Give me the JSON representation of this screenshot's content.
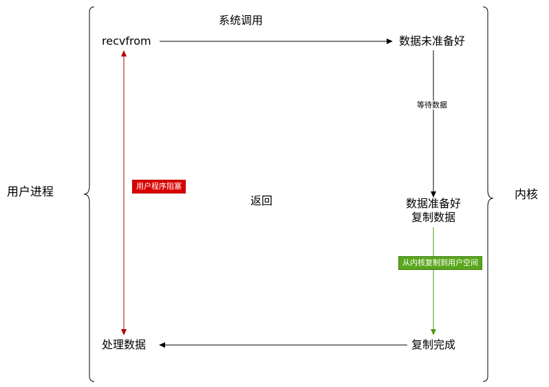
{
  "labels": {
    "user_process": "用户进程",
    "kernel": "内核",
    "syscall": "系统调用",
    "recvfrom": "recvfrom",
    "data_not_ready": "数据未准备好",
    "wait_data": "等待数据",
    "data_ready_line1": "数据准备好",
    "data_ready_line2": "复制数据",
    "return": "返回",
    "process_data": "处理数据",
    "copy_done": "复制完成"
  },
  "tags": {
    "user_blocked": "用户程序阻塞",
    "copy_kernel_to_user": "从内核复制到用户空间"
  },
  "colors": {
    "line": "#000000",
    "blocked": "#b20000",
    "blocked_tag": "#d90000",
    "copy": "#4d9a18",
    "copy_tag": "#5aa61d"
  }
}
